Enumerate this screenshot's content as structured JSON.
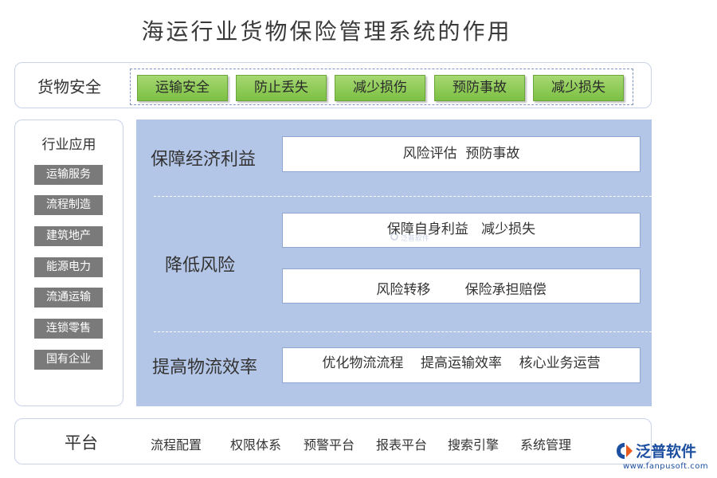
{
  "title": "海运行业货物保险管理系统的作用",
  "safety": {
    "label": "货物安全",
    "buttons": [
      "运输安全",
      "防止丢失",
      "减少损伤",
      "预防事故",
      "减少损失"
    ]
  },
  "sidebar": {
    "title": "行业应用",
    "items": [
      "运输服务",
      "流程制造",
      "建筑地产",
      "能源电力",
      "流通运输",
      "连锁零售",
      "国有企业"
    ]
  },
  "sections": [
    {
      "label": "保障经济利益",
      "boxes": [
        "风险评估  预防事故"
      ]
    },
    {
      "label": "降低风险",
      "boxes": [
        "保障自身利益   减少损失",
        "风险转移        保险承担赔偿"
      ]
    },
    {
      "label": "提高物流效率",
      "boxes": [
        "优化物流流程    提高运输效率    核心业务运营"
      ]
    }
  ],
  "platform": {
    "label": "平台",
    "items": [
      "流程配置",
      "权限体系",
      "预警平台",
      "报表平台",
      "搜索引擎",
      "系统管理"
    ]
  },
  "logo": {
    "name": "泛普软件",
    "url": "www.fanpusoft.com",
    "icon": "fanpu-logo-icon"
  },
  "watermark": "泛普软件",
  "colors": {
    "accent_green": "#7cc044",
    "main_blue": "#b4c6e7",
    "sidebar_gray": "#7a7a7a",
    "brand_blue": "#1d4fa0"
  }
}
